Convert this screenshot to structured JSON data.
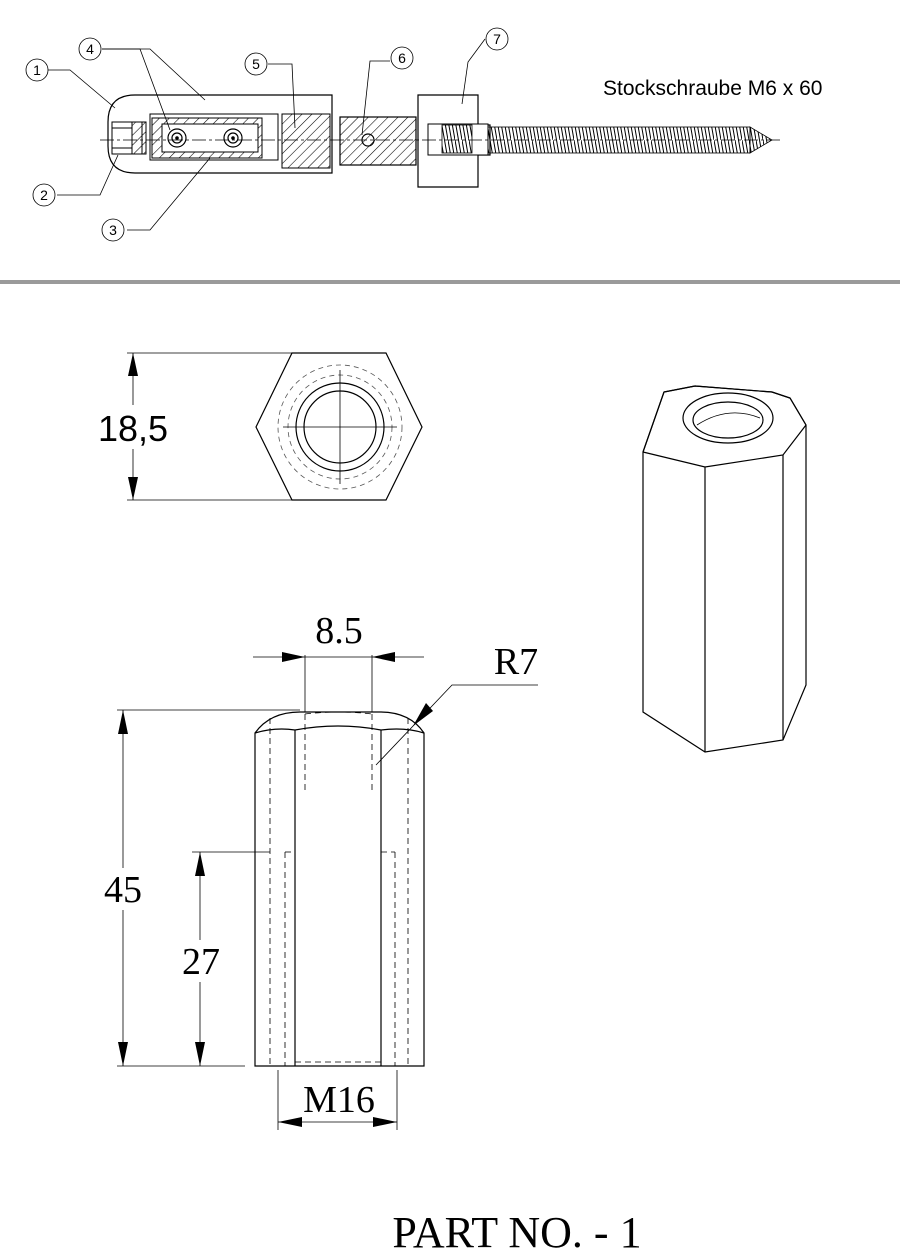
{
  "assembly": {
    "screw_label": "Stockschraube M6 x 60",
    "balloons": [
      "1",
      "2",
      "3",
      "4",
      "5",
      "6",
      "7"
    ]
  },
  "part_views": {
    "top_view_dimension": "18,5",
    "front_view_dimensions": {
      "width_top": "8.5",
      "radius": "R7",
      "overall_height": "45",
      "thread_depth": "27",
      "thread": "M16"
    }
  },
  "title": "PART NO. - 1",
  "colors": {
    "line": "#000000",
    "hatch": "#000000",
    "divider": "#9a9a9a",
    "background": "#ffffff"
  }
}
